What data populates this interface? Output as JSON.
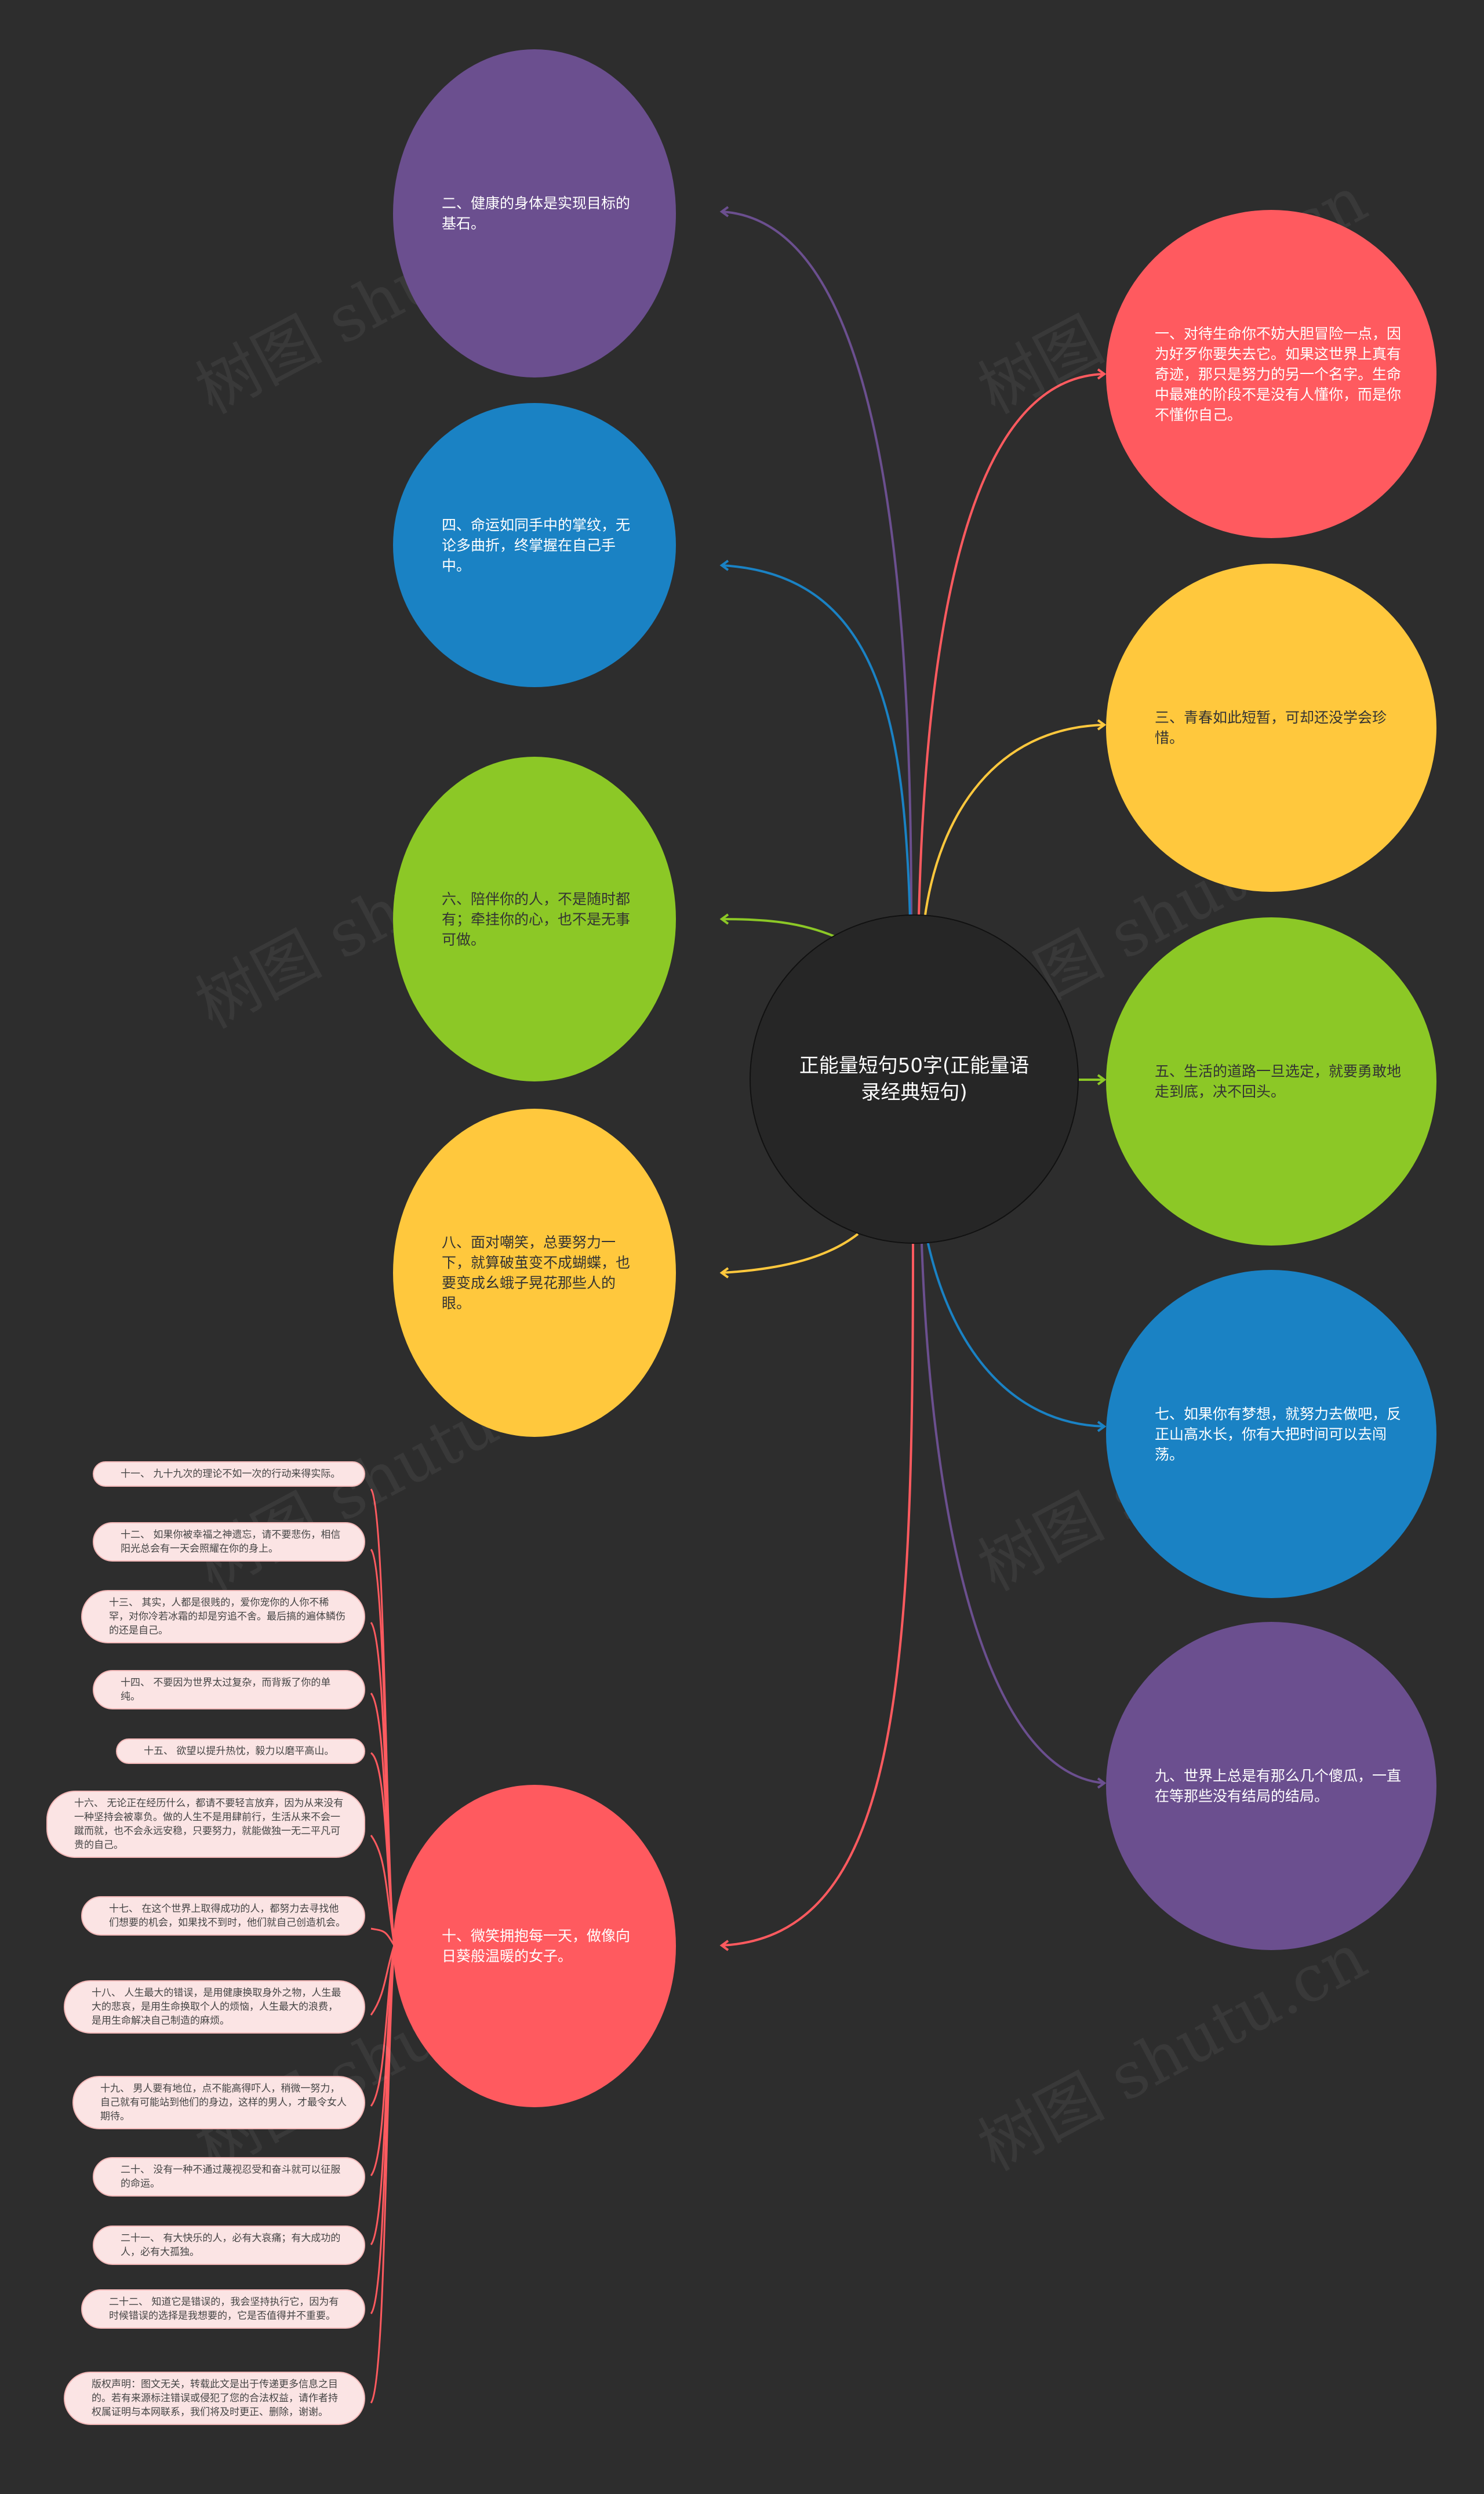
{
  "center": {
    "label": "正能量短句50字(正能量语录经典短句)"
  },
  "colors": {
    "background": "#2d2d2d",
    "purple": "#6b4f8f",
    "blue": "#1a82c4",
    "green": "#8cc826",
    "yellow": "#ffc83d",
    "red": "#ff5a5f",
    "leaf_fill": "#fbe4e4",
    "leaf_border": "#f2b7b7"
  },
  "nodes": [
    {
      "id": "n2",
      "label": "二、健康的身体是实现目标的基石。",
      "color": "#6b4f8f"
    },
    {
      "id": "n4",
      "label": "四、命运如同手中的掌纹，无论多曲折，终掌握在自己手中。",
      "color": "#1a82c4"
    },
    {
      "id": "n6",
      "label": "六、陪伴你的人，不是随时都有；牵挂你的心，也不是无事可做。",
      "color": "#8cc826"
    },
    {
      "id": "n8",
      "label": "八、面对嘲笑，总要努力一下，就算破茧变不成蝴蝶，也要变成幺蛾子晃花那些人的眼。",
      "color": "#ffc83d"
    },
    {
      "id": "n10",
      "label": "十、微笑拥抱每一天，做像向日葵般温暖的女子。",
      "color": "#ff5a5f"
    },
    {
      "id": "n1",
      "label": "一、对待生命你不妨大胆冒险一点，因为好歹你要失去它。如果这世界上真有奇迹，那只是努力的另一个名字。生命中最难的阶段不是没有人懂你，而是你不懂你自己。",
      "color": "#ff5a5f"
    },
    {
      "id": "n3",
      "label": "三、青春如此短暂，可却还没学会珍惜。",
      "color": "#ffc83d"
    },
    {
      "id": "n5",
      "label": "五、生活的道路一旦选定，就要勇敢地走到底，决不回头。",
      "color": "#8cc826"
    },
    {
      "id": "n7",
      "label": "七、如果你有梦想，就努力去做吧，反正山高水长，你有大把时间可以去闯荡。",
      "color": "#1a82c4"
    },
    {
      "id": "n9",
      "label": "九、世界上总是有那么几个傻瓜，一直在等那些没有结局的结局。",
      "color": "#6b4f8f"
    }
  ],
  "leaves": [
    "十一、 九十九次的理论不如一次的行动来得实际。",
    "十二、 如果你被幸福之神遗忘，请不要悲伤，相信阳光总会有一天会照耀在你的身上。",
    "十三、 其实，人都是很贱的，爱你宠你的人你不稀罕，对你冷若冰霜的却是穷追不舍。最后搞的遍体鳞伤的还是自己。",
    "十四、 不要因为世界太过复杂，而背叛了你的单纯。",
    "十五、 欲望以提升热忱，毅力以磨平高山。",
    "十六、 无论正在经历什么，都请不要轻言放弃，因为从来没有一种坚持会被辜负。做的人生不是用肆前行，生活从来不会一蹴而就，也不会永远安稳，只要努力，就能做独一无二平凡可贵的自己。",
    "十七、 在这个世界上取得成功的人，都努力去寻找他们想要的机会，如果找不到时，他们就自己创造机会。",
    "十八、 人生最大的错误，是用健康换取身外之物，人生最大的悲哀，是用生命换取个人的烦恼，人生最大的浪费，是用生命解决自己制造的麻烦。",
    "十九、 男人要有地位，点不能高得吓人，稍微一努力，自己就有可能站到他们的身边，这样的男人，才最令女人期待。",
    "二十、 没有一种不通过蔑视忍受和奋斗就可以征服的命运。",
    "二十一、 有大快乐的人，必有大哀痛；有大成功的人，必有大孤独。",
    "二十二、 知道它是错误的，我会坚持执行它，因为有时候错误的选择是我想要的，它是否值得并不重要。",
    "版权声明：图文无关，转载此文是出于传递更多信息之目的。若有来源标注错误或侵犯了您的合法权益，请作者持权属证明与本网联系，我们将及时更正、删除，谢谢。"
  ],
  "watermark": "树图 shutu.cn"
}
